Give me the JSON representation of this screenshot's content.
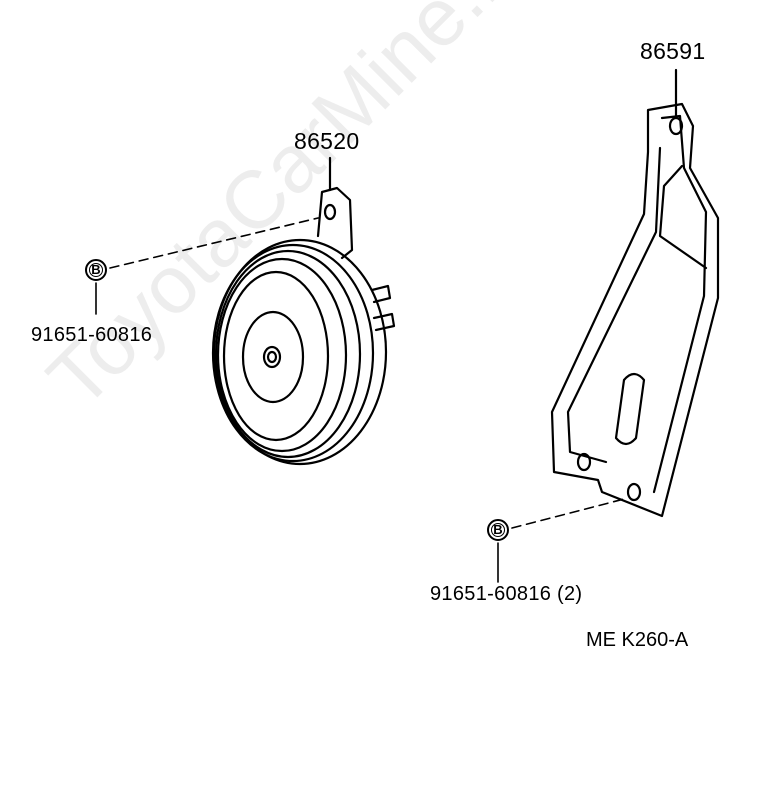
{
  "parts": {
    "horn": {
      "number": "86520"
    },
    "bracket": {
      "number": "86591"
    }
  },
  "bolts": {
    "horn_bolt": {
      "symbol": "B",
      "part_number": "91651-60816"
    },
    "bracket_bolt": {
      "symbol": "B",
      "part_number": "91651-60816 (2)"
    }
  },
  "diagram_code": "ME  K260-A",
  "watermark": "ToyotaCarMine.ru",
  "colors": {
    "ink": "#000000",
    "background": "#ffffff",
    "watermark": "#dcdcdc"
  }
}
